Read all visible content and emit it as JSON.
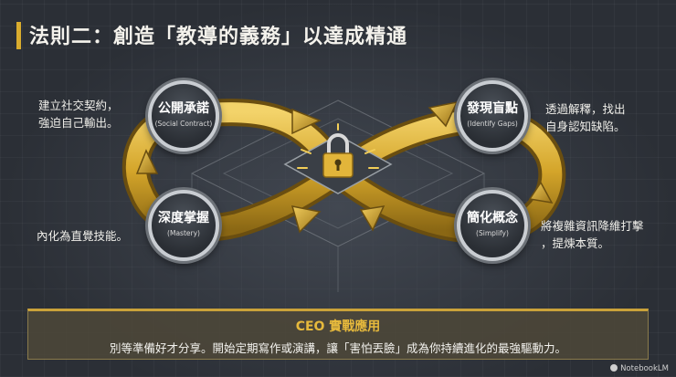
{
  "title": "法則二：創造「教導的義務」以達成精通",
  "nodes": {
    "public_commitment": {
      "title": "公開承諾",
      "subtitle": "(Social Contract)"
    },
    "identify_gaps": {
      "title": "發現盲點",
      "subtitle": "(Identify Gaps)"
    },
    "simplify": {
      "title": "簡化概念",
      "subtitle": "(Simplify)"
    },
    "mastery": {
      "title": "深度掌握",
      "subtitle": "(Mastery)"
    }
  },
  "descriptions": {
    "public_commitment": [
      "建立社交契約，",
      "強迫自己輸出。"
    ],
    "identify_gaps": [
      "透過解釋，找出",
      "自身認知缺陷。"
    ],
    "simplify": [
      "將複雜資訊降維打擊",
      "，提煉本質。"
    ],
    "mastery": [
      "內化為直覺技能。"
    ]
  },
  "center_icon": "padlock-icon",
  "banner": {
    "title": "CEO 實戰應用",
    "text": "別等準備好才分享。開始定期寫作或演講，讓「害怕丟臉」成為你持續進化的最強驅動力。"
  },
  "watermark": "NotebookLM",
  "colors": {
    "background": "#2b2f36",
    "accent_gold": "#d9ac2e",
    "banner_title": "#e6b93c"
  }
}
